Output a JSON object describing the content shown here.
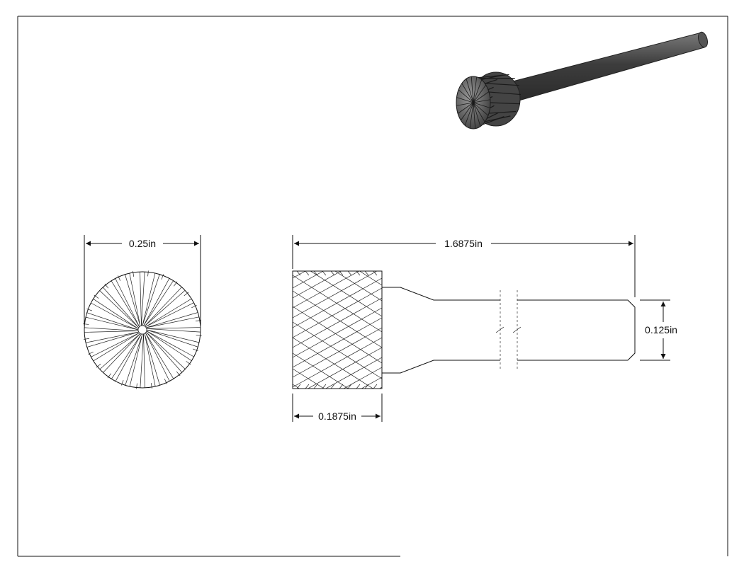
{
  "dimensions": {
    "end_diameter": "0.25in",
    "overall_length": "1.6875in",
    "shank_diameter": "0.125in",
    "head_length": "0.1875in"
  },
  "colors": {
    "line": "#111111",
    "shank_shade": "#4a4a4a",
    "head_shade": "#6a6a6a"
  }
}
